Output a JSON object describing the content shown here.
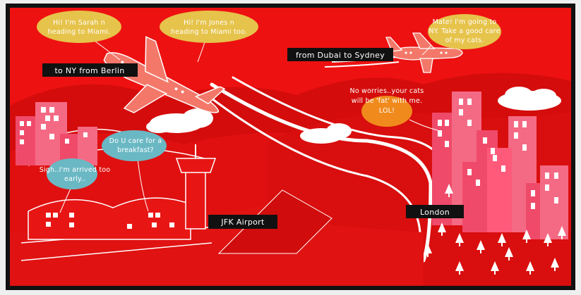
{
  "colors": {
    "sky": "#ee1111",
    "sky_dark": "#cc0000",
    "frame": "#111111",
    "bubble_yellow": "#e6c34a",
    "bubble_orange": "#f08a1c",
    "bubble_teal": "#6ab8c4",
    "building_pink": "#f04a6a",
    "building_light": "#f46a84",
    "window": "#ffffff",
    "label_bg": "#111111",
    "plane": "#f3786a"
  },
  "bubbles": {
    "sarah": {
      "line1": "Hi! I'm Sarah n",
      "line2": "heading to Miami."
    },
    "jones": {
      "line1": "Hi! I'm Jones n",
      "line2": "heading to Miami too."
    },
    "mate": {
      "line1": "Mate! I'm going to",
      "line2": "NY. Take a good care",
      "line3": "of my cats."
    },
    "worries": {
      "line1": "No worries..your cats",
      "line2": "will be 'fat' with me.",
      "line3": "LOL!"
    },
    "breakfast": {
      "line1": "Do U care for a",
      "line2": "breakfast?"
    },
    "sigh": {
      "line1": "Sigh..I'm arrived too",
      "line2": "early.."
    }
  },
  "labels": {
    "berlin": "to NY from Berlin",
    "dubai": "from Dubai to Sydney",
    "airport": "JFK Airport",
    "london": "London"
  },
  "icons": [
    "airplane-icon",
    "airplane-icon",
    "tree-icon",
    "cloud-icon",
    "control-tower-icon"
  ]
}
